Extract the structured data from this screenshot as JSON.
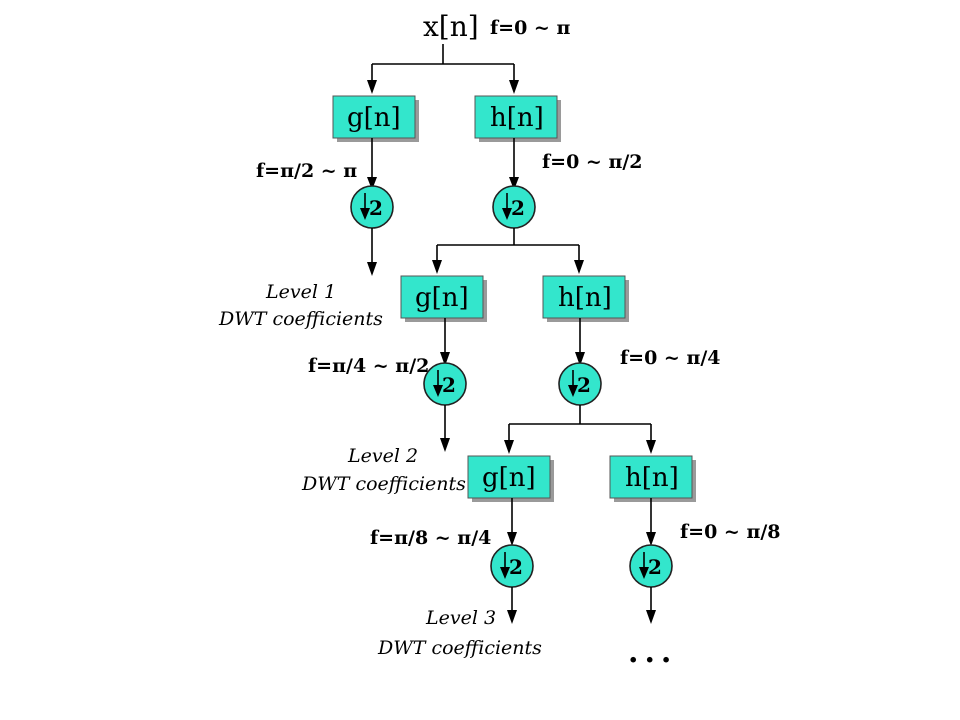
{
  "input": {
    "label": "x[n]",
    "freq": "f=0 ~ π"
  },
  "stages": [
    {
      "lowpass_label": "h[n]",
      "highpass_label": "g[n]",
      "high_freq": "f=π/2 ~ π",
      "low_freq": "f=0 ~ π/2",
      "downsample_label": "2",
      "level_title": "Level 1",
      "level_subtitle": "DWT coefficients"
    },
    {
      "lowpass_label": "h[n]",
      "highpass_label": "g[n]",
      "high_freq": "f=π/4 ~ π/2",
      "low_freq": "f=0 ~ π/4",
      "downsample_label": "2",
      "level_title": "Level 2",
      "level_subtitle": "DWT coefficients"
    },
    {
      "lowpass_label": "h[n]",
      "highpass_label": "g[n]",
      "high_freq": "f=π/8 ~ π/4",
      "low_freq": "f=0 ~ π/8",
      "downsample_label": "2",
      "level_title": "Level 3",
      "level_subtitle": "DWT coefficients"
    }
  ],
  "continuation": "..."
}
